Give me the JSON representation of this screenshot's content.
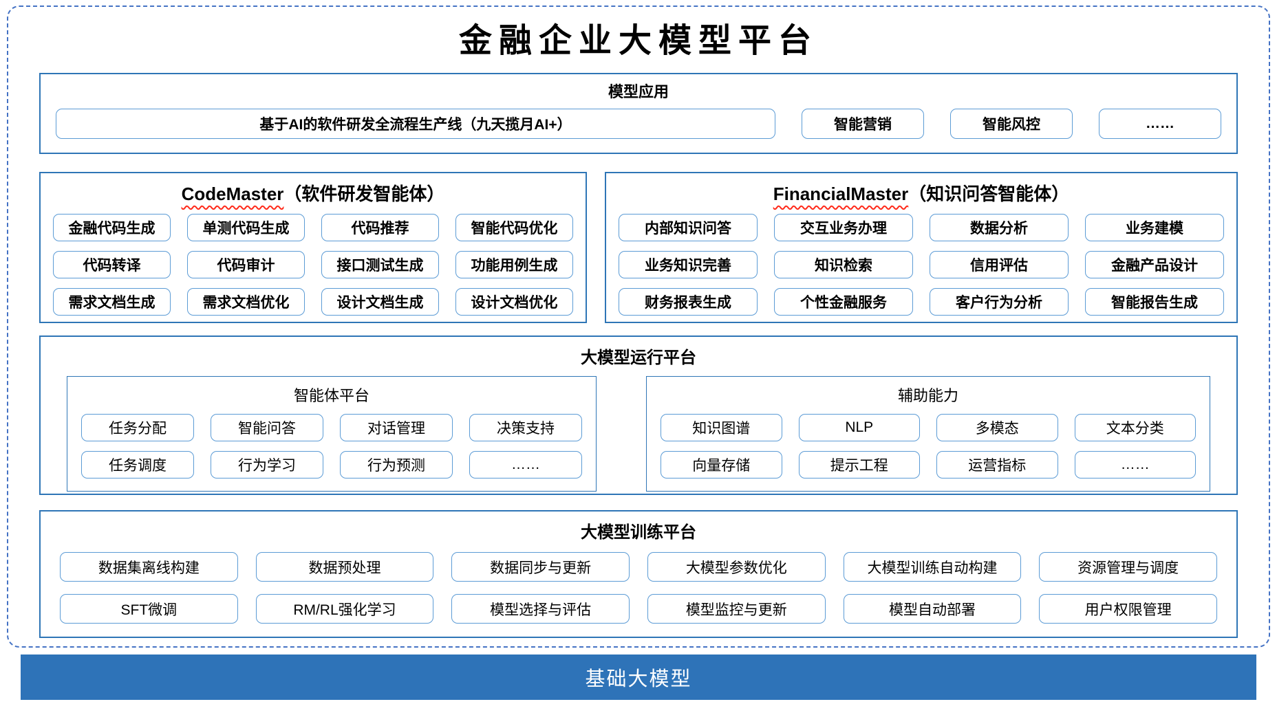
{
  "title": "金融企业大模型平台",
  "model_app": {
    "header": "模型应用",
    "items": [
      "基于AI的软件研发全流程生产线（九天揽月AI+）",
      "智能营销",
      "智能风控",
      "……"
    ]
  },
  "code_master": {
    "title_en": "CodeMaster",
    "title_zh": "（软件研发智能体）",
    "items": [
      "金融代码生成",
      "单测代码生成",
      "代码推荐",
      "智能代码优化",
      "代码转译",
      "代码审计",
      "接口测试生成",
      "功能用例生成",
      "需求文档生成",
      "需求文档优化",
      "设计文档生成",
      "设计文档优化"
    ]
  },
  "financial_master": {
    "title_en": "FinancialMaster",
    "title_zh": "（知识问答智能体）",
    "items": [
      "内部知识问答",
      "交互业务办理",
      "数据分析",
      "业务建模",
      "业务知识完善",
      "知识检索",
      "信用评估",
      "金融产品设计",
      "财务报表生成",
      "个性金融服务",
      "客户行为分析",
      "智能报告生成"
    ]
  },
  "runtime": {
    "header": "大模型运行平台",
    "agent_platform": {
      "header": "智能体平台",
      "items": [
        "任务分配",
        "智能问答",
        "对话管理",
        "决策支持",
        "任务调度",
        "行为学习",
        "行为预测",
        "……"
      ]
    },
    "aux_ability": {
      "header": "辅助能力",
      "items": [
        "知识图谱",
        "NLP",
        "多模态",
        "文本分类",
        "向量存储",
        "提示工程",
        "运营指标",
        "……"
      ]
    }
  },
  "training": {
    "header": "大模型训练平台",
    "items": [
      "数据集离线构建",
      "数据预处理",
      "数据同步与更新",
      "大模型参数优化",
      "大模型训练自动构建",
      "资源管理与调度",
      "SFT微调",
      "RM/RL强化学习",
      "模型选择与评估",
      "模型监控与更新",
      "模型自动部署",
      "用户权限管理"
    ]
  },
  "base_model": {
    "label": "基础大模型"
  },
  "colors": {
    "section_border_blue": "#2E75B6",
    "box_border_blue": "#5B9BD5",
    "dashed_frame_blue": "#4472C4",
    "base_bar_blue": "#2E73B8",
    "underline_red": "#FF2A1A",
    "title_text": "#000000",
    "base_bar_text": "#FFFFFF"
  }
}
